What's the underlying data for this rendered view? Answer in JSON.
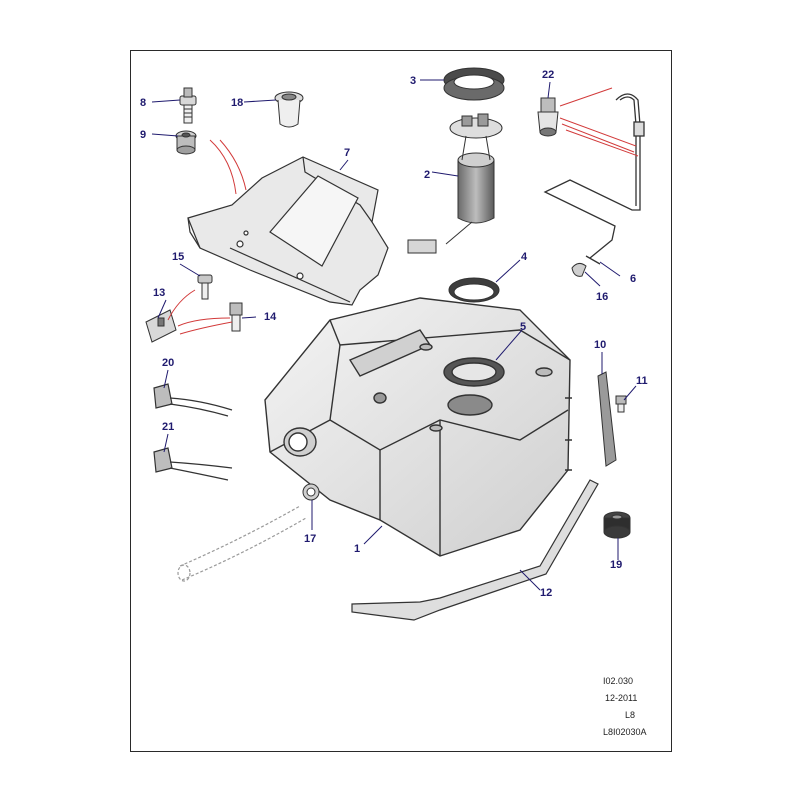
{
  "colors": {
    "callout": "#1f1a6e",
    "leader": "#1f1a6e",
    "part_stroke": "#333333",
    "part_fill": "#ffffff",
    "accent_red": "#d23a3a",
    "frame": "#2a2a2a"
  },
  "callouts": {
    "c1": "1",
    "c2": "2",
    "c3": "3",
    "c4": "4",
    "c5": "5",
    "c6": "6",
    "c7": "7",
    "c8": "8",
    "c9": "9",
    "c10": "10",
    "c11": "11",
    "c12": "12",
    "c13": "13",
    "c14": "14",
    "c15": "15",
    "c16": "16",
    "c17": "17",
    "c18": "18",
    "c19": "19",
    "c20": "20",
    "c21": "21",
    "c22": "22"
  },
  "reference": {
    "code": "I02.030",
    "date": "12-2011",
    "model": "L8",
    "image_id": "L8I02030A"
  }
}
